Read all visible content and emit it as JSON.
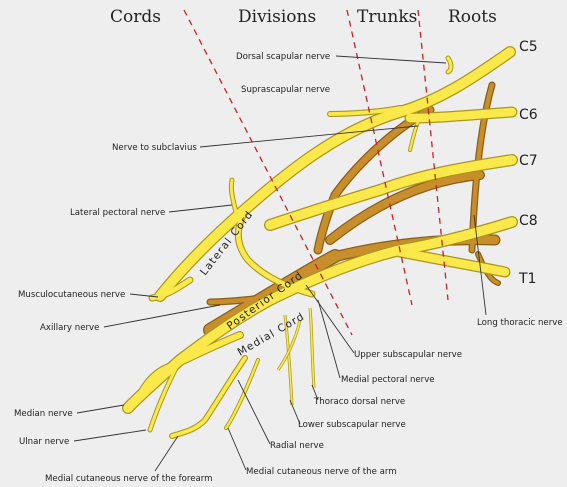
{
  "headers": {
    "cords": "Cords",
    "divisions": "Divisions",
    "trunks": "Trunks",
    "roots": "Roots"
  },
  "roots": [
    "C5",
    "C6",
    "C7",
    "C8",
    "T1"
  ],
  "cords": {
    "lateral": "Lateral Cord",
    "posterior": "Posterior Cord",
    "medial": "Medial Cord"
  },
  "nerves": {
    "dorsal_scapular": "Dorsal scapular nerve",
    "suprascapular": "Suprascapular nerve",
    "subclavius": "Nerve to subclavius",
    "lateral_pectoral": "Lateral pectoral nerve",
    "musculocutaneous": "Musculocutaneous nerve",
    "axillary": "Axillary nerve",
    "median": "Median nerve",
    "ulnar": "Ulnar nerve",
    "med_cut_forearm": "Medial cutaneous nerve of the forearm",
    "long_thoracic": "Long thoracic nerve",
    "upper_subscapular": "Upper subscapular nerve",
    "medial_pectoral": "Medial pectoral nerve",
    "thoracodorsal": "Thoraco dorsal nerve",
    "lower_subscapular": "Lower subscapular nerve",
    "radial": "Radial nerve",
    "med_cut_arm": "Medial cutaneous nerve of the arm"
  },
  "colors": {
    "background": "#eeeeee",
    "anterior_nerve": "#fbe84a",
    "posterior_nerve": "#c88e2c",
    "division_line": "#cc2222"
  }
}
